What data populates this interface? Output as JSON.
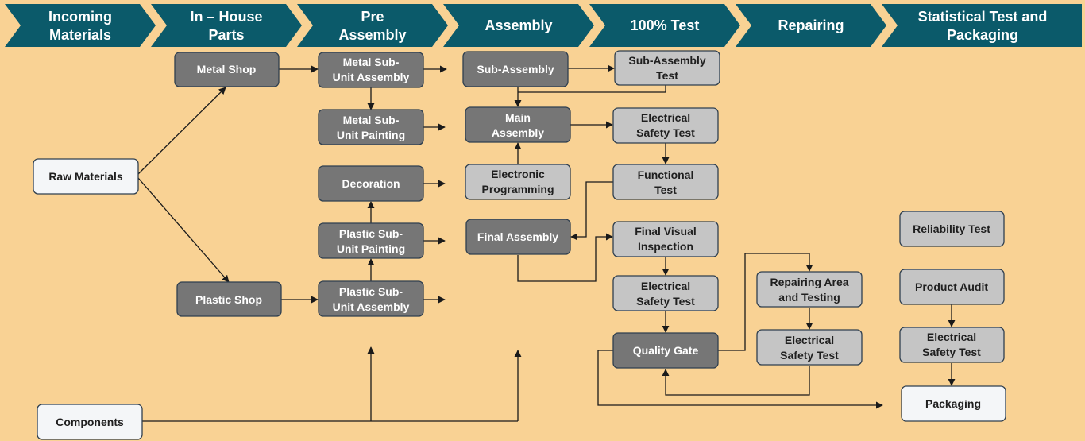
{
  "header": {
    "stages": [
      {
        "lines": [
          "Incoming",
          "Materials"
        ]
      },
      {
        "lines": [
          "In – House",
          "Parts"
        ]
      },
      {
        "lines": [
          "Pre",
          "Assembly"
        ]
      },
      {
        "lines": [
          "Assembly"
        ]
      },
      {
        "lines": [
          "100% Test"
        ]
      },
      {
        "lines": [
          "Repairing"
        ]
      },
      {
        "lines": [
          "Statistical Test and",
          "Packaging"
        ]
      }
    ]
  },
  "nodes": {
    "raw_materials": [
      "Raw Materials"
    ],
    "components": [
      "Components"
    ],
    "metal_shop": [
      "Metal Shop"
    ],
    "plastic_shop": [
      "Plastic Shop"
    ],
    "metal_sub_unit_assembly": [
      "Metal Sub-",
      "Unit Assembly"
    ],
    "metal_sub_unit_painting": [
      "Metal Sub-",
      "Unit Painting"
    ],
    "decoration": [
      "Decoration"
    ],
    "plastic_sub_unit_painting": [
      "Plastic Sub-",
      "Unit Painting"
    ],
    "plastic_sub_unit_assembly": [
      "Plastic Sub-",
      "Unit Assembly"
    ],
    "sub_assembly": [
      "Sub-Assembly"
    ],
    "main_assembly": [
      "Main",
      "Assembly"
    ],
    "electronic_programming": [
      "Electronic",
      "Programming"
    ],
    "final_assembly": [
      "Final Assembly"
    ],
    "sub_assembly_test": [
      "Sub-Assembly",
      "Test"
    ],
    "electrical_safety_test_1": [
      "Electrical",
      "Safety Test"
    ],
    "functional_test": [
      "Functional",
      "Test"
    ],
    "final_visual_inspection": [
      "Final Visual",
      "Inspection"
    ],
    "electrical_safety_test_2": [
      "Electrical",
      "Safety Test"
    ],
    "quality_gate": [
      "Quality Gate"
    ],
    "repairing_area_and_testing": [
      "Repairing Area",
      "and Testing"
    ],
    "electrical_safety_test_3": [
      "Electrical",
      "Safety Test"
    ],
    "reliability_test": [
      "Reliability Test"
    ],
    "product_audit": [
      "Product Audit"
    ],
    "electrical_safety_test_4": [
      "Electrical",
      "Safety Test"
    ],
    "packaging": [
      "Packaging"
    ]
  },
  "colors": {
    "background": "#f9d294",
    "header": "#0b5a6a",
    "dark_box": "#767676",
    "light_box": "#c5c5c5",
    "white_box": "#f4f6f8",
    "border": "#2f3f4f",
    "arrow": "#1a1a1a"
  }
}
